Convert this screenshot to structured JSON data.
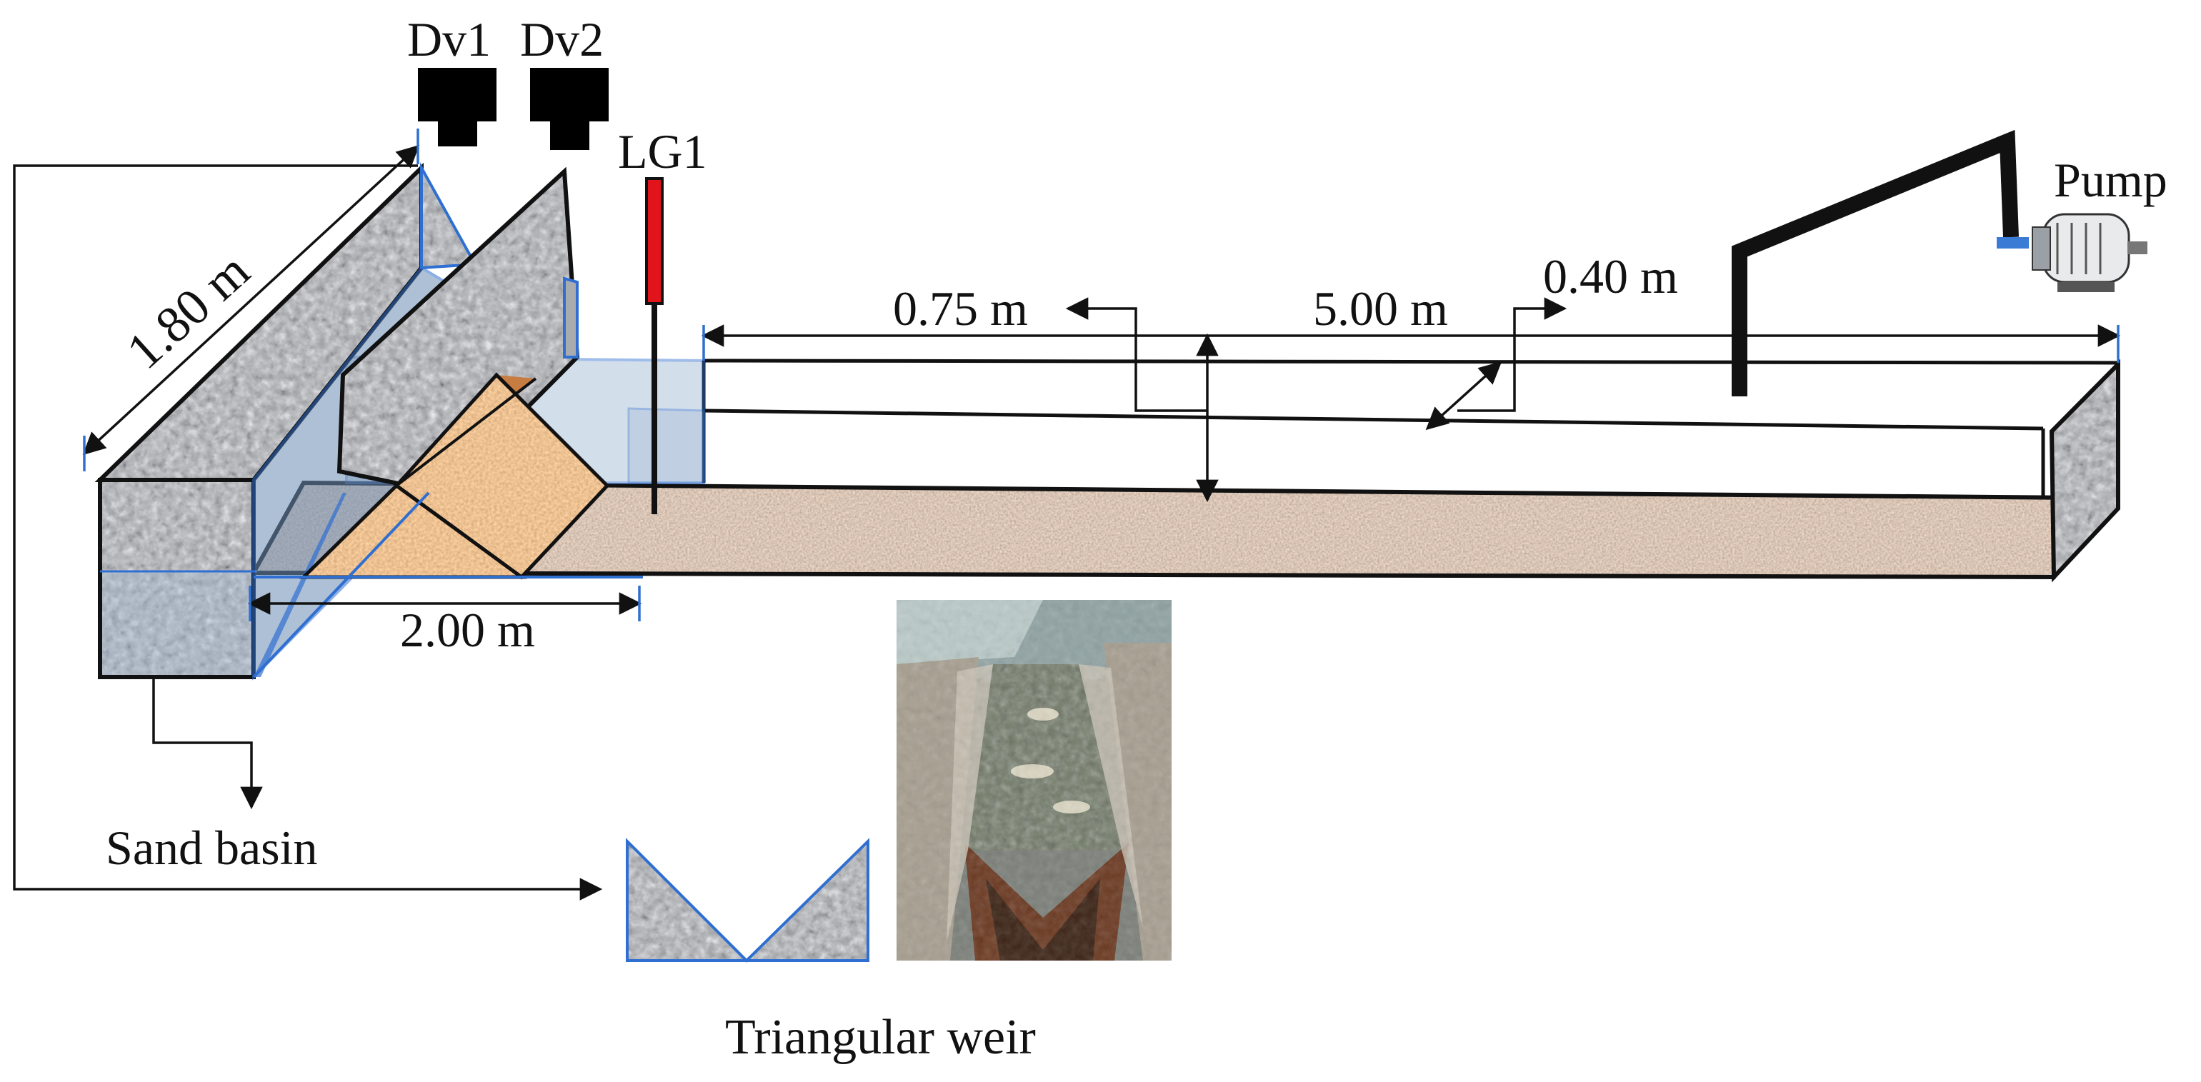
{
  "labels": {
    "dv1": "Dv1",
    "dv2": "Dv2",
    "lg1": "LG1",
    "pump": "Pump",
    "len_180": "1.80 m",
    "len_075": "0.75 m",
    "len_500": "5.00 m",
    "len_040": "0.40 m",
    "len_200": "2.00 m",
    "sand_basin": "Sand basin",
    "triangular_weir": "Triangular weir"
  },
  "colors": {
    "sediment": "#b29a82",
    "stone_gray": "#a9abae",
    "water_blue": "#9fb8d3",
    "sand_block": "#d08a50",
    "gauge_red": "#e0141a",
    "outline": "#111111",
    "accent_blue": "#2f6fd1"
  },
  "icons": {
    "device": "camera-icon",
    "pump": "motor-pump-icon"
  }
}
